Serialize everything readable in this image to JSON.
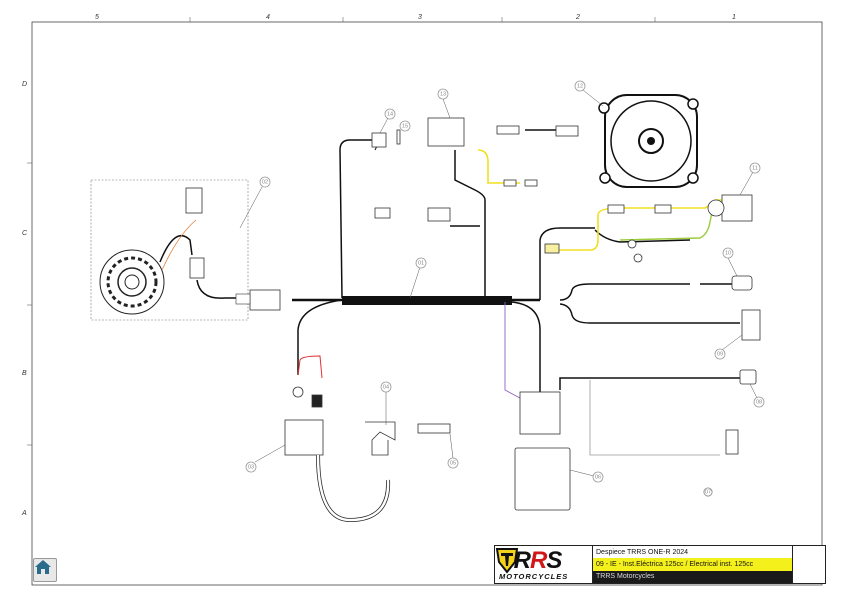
{
  "grid": {
    "columns": [
      "5",
      "4",
      "3",
      "2",
      "1"
    ],
    "rows": [
      "D",
      "C",
      "B",
      "A"
    ]
  },
  "callouts": [
    "01",
    "02",
    "03",
    "04",
    "05",
    "06",
    "07",
    "08",
    "09",
    "10",
    "11",
    "12",
    "13",
    "14",
    "15"
  ],
  "title_block": {
    "brand": "TRRS",
    "brand_sub": "MOTORCYCLES",
    "line1": "Despiece TRRS ONE-R  2024",
    "line2": "09 - IE - Inst.Eléctrica 125cc / Electrical inst. 125cc",
    "line3": "TRRS Motorcycles"
  },
  "colors": {
    "yellow_wire": "#f0e020",
    "green_wire": "#9ccc3a",
    "red_wire": "#e03030",
    "purple_wire": "#9060c0",
    "title_highlight": "#f4f01c"
  }
}
